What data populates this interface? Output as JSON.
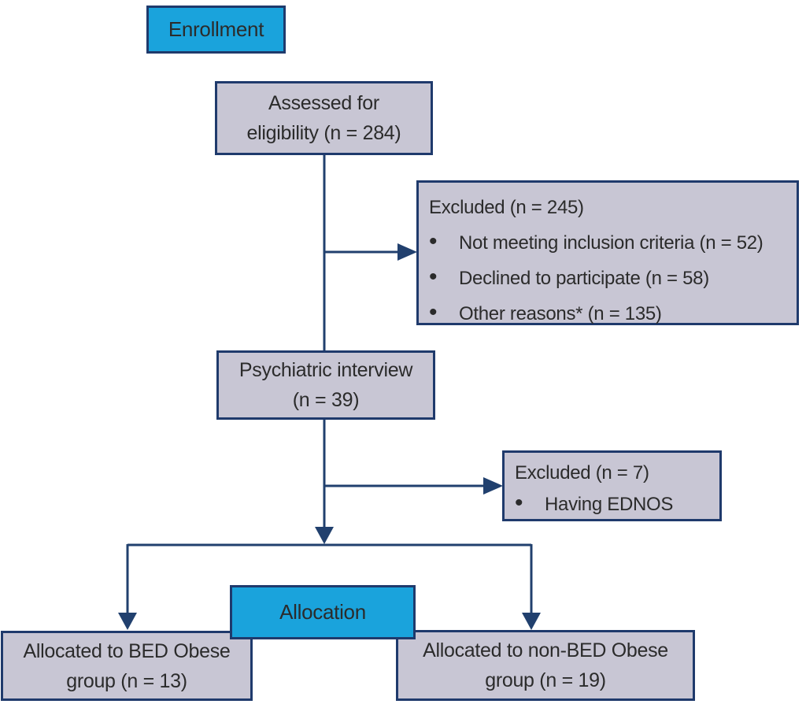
{
  "colors": {
    "accent_cyan": "#1aa3dc",
    "box_fill": "#c8c6d4",
    "box_border": "#1f3a6c",
    "connector": "#21406e",
    "text": "#2b2b2b",
    "background": "#ffffff"
  },
  "flowchart": {
    "stages": {
      "enrollment": "Enrollment",
      "allocation": "Allocation"
    },
    "nodes": {
      "assessed": {
        "lines": [
          "Assessed for",
          "eligibility (n = 284)"
        ]
      },
      "excluded_screening": {
        "title": "Excluded (n = 245)",
        "bullet_char": "•",
        "bullets": [
          "Not meeting inclusion criteria (n = 52)",
          "Declined to participate (n = 58)",
          "Other reasons* (n = 135)"
        ]
      },
      "psychiatric_interview": {
        "lines": [
          "Psychiatric interview",
          "(n = 39)"
        ]
      },
      "excluded_interview": {
        "title": "Excluded (n = 7)",
        "bullet_char": "•",
        "bullets": [
          "Having EDNOS"
        ]
      },
      "allocated_bed": {
        "lines": [
          "Allocated to BED Obese",
          "group (n = 13)"
        ]
      },
      "allocated_non_bed": {
        "lines": [
          "Allocated to non-BED Obese",
          "group (n = 19)"
        ]
      }
    }
  }
}
